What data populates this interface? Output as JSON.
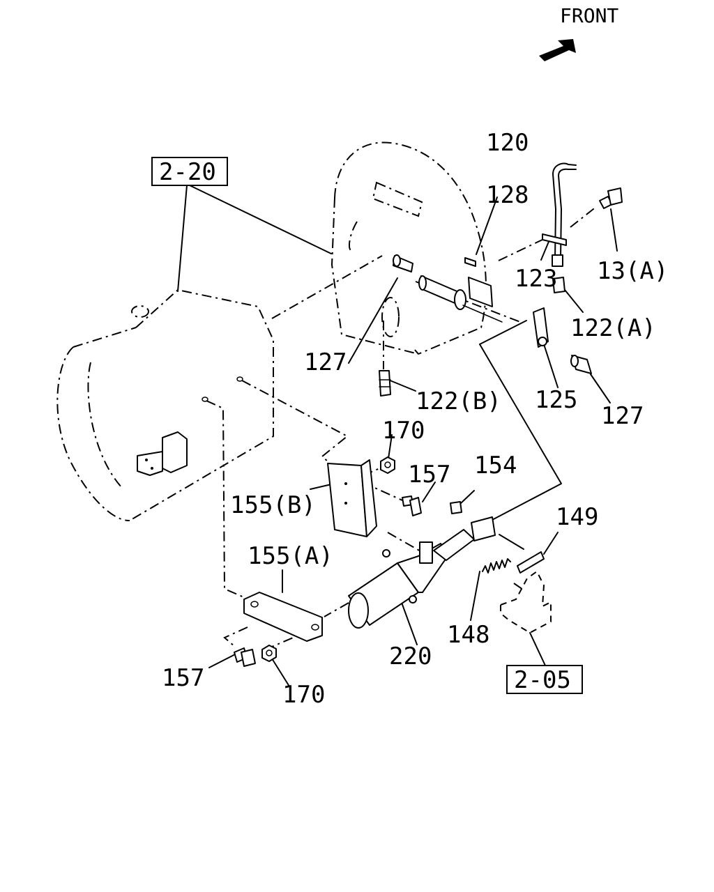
{
  "orientation": {
    "text": "FRONT"
  },
  "references": {
    "transmission": "2-20",
    "bracket": "2-05"
  },
  "callouts": {
    "p120": "120",
    "p128": "128",
    "p13a": "13(A)",
    "p123": "123",
    "p122a": "122(A)",
    "p127_upper": "127",
    "p122b": "122(B)",
    "p125": "125",
    "p127_right": "127",
    "p170_upper": "170",
    "p157_upper": "157",
    "p154": "154",
    "p155b": "155(B)",
    "p149": "149",
    "p155a": "155(A)",
    "p148": "148",
    "p220": "220",
    "p157_lower": "157",
    "p170_lower": "170"
  }
}
